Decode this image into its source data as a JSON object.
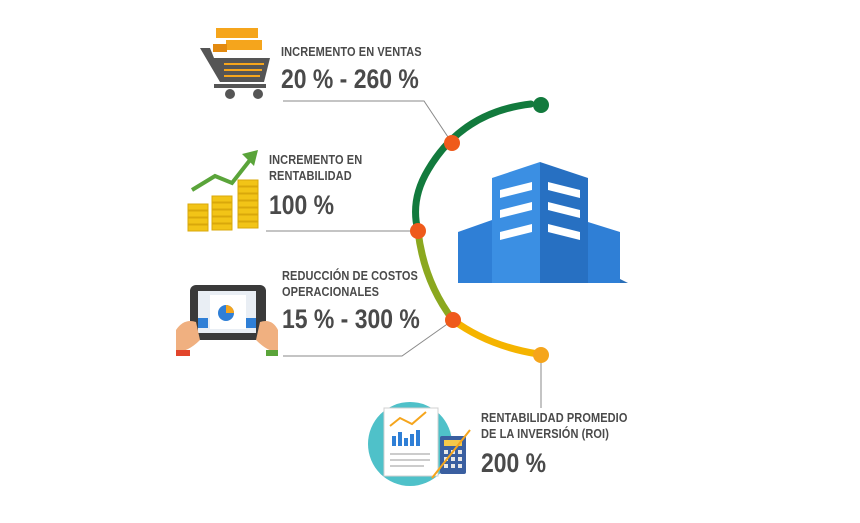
{
  "items": [
    {
      "title": "INCREMENTO EN VENTAS",
      "value": "20 % - 260 %",
      "icon": "shopping-cart-icon"
    },
    {
      "title_lines": [
        "INCREMENTO EN",
        "RENTABILIDAD"
      ],
      "value": "100 %",
      "icon": "growth-coins-icon"
    },
    {
      "title_lines": [
        "REDUCCIÓN DE COSTOS",
        "OPERACIONALES"
      ],
      "value": "15 % - 300 %",
      "icon": "tablet-chart-icon"
    },
    {
      "title_lines": [
        "RENTABILIDAD PROMEDIO",
        "DE LA INVERSIÓN (ROI)"
      ],
      "value": "200 %",
      "icon": "report-calculator-icon"
    }
  ],
  "center_icon": "office-building-icon",
  "colors": {
    "arc_green": "#127a3d",
    "arc_olive": "#8ba81f",
    "arc_yellow": "#f5b400",
    "dot_orange": "#ef5a1b",
    "dot_yellow": "#f5a51c",
    "building_blue": "#2f7fd6",
    "text": "#4a4a4a"
  }
}
